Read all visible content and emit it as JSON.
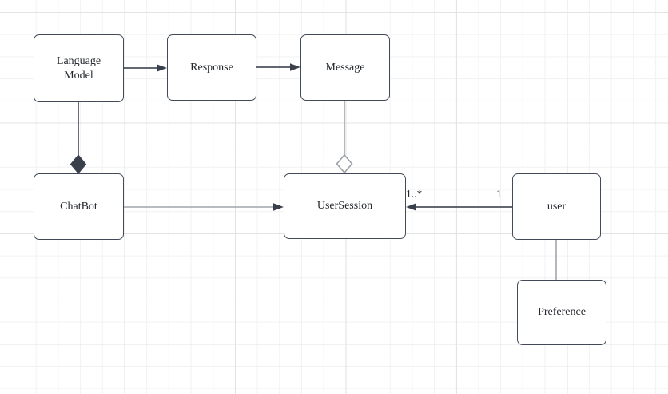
{
  "nodes": [
    {
      "id": "language-model",
      "label": "Language Model"
    },
    {
      "id": "response",
      "label": "Response"
    },
    {
      "id": "message",
      "label": "Message"
    },
    {
      "id": "chatbot",
      "label": "ChatBot"
    },
    {
      "id": "user-session",
      "label": "UserSession"
    },
    {
      "id": "user",
      "label": "user"
    },
    {
      "id": "preference",
      "label": "Preference"
    }
  ],
  "edges": {
    "language_model_response": {
      "type": "directed-arrow"
    },
    "response_message": {
      "type": "directed-arrow"
    },
    "language_model_chatbot": {
      "type": "composition"
    },
    "message_user_session": {
      "type": "aggregation"
    },
    "chatbot_user_session": {
      "type": "directed-arrow"
    },
    "user_user_session": {
      "type": "directed-arrow",
      "source_multiplicity": "1",
      "target_multiplicity": "1..*"
    },
    "user_preference": {
      "type": "association"
    }
  },
  "colors": {
    "canvas_bg": "#ffffff",
    "grid_minor": "#f2f2f2",
    "grid_major": "#e3e3e3",
    "node_fill": "#ffffff",
    "node_border": "#414a56",
    "text": "#24282e",
    "edge_dark": "#4c535d",
    "edge_gray": "#a1a5ab",
    "marker_fill": "#3a404b",
    "marker_hollow_stroke": "#9ba0a6"
  }
}
